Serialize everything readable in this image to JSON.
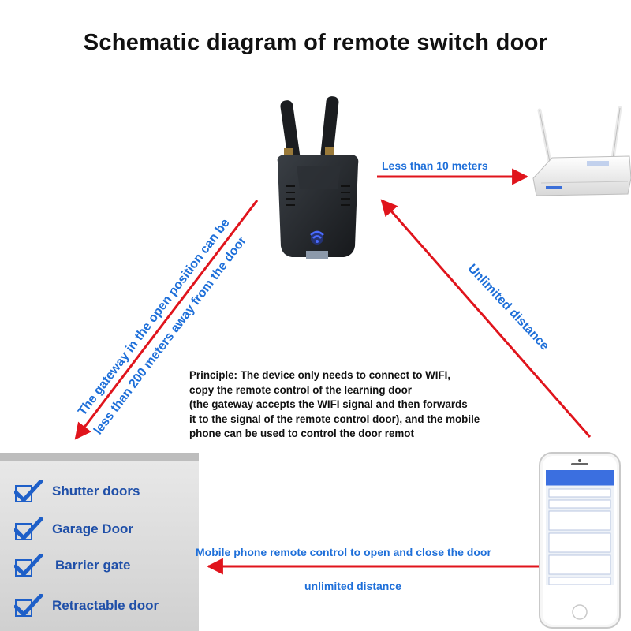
{
  "title": "Schematic diagram of remote switch door",
  "labels": {
    "gateway_router": "Less than 10 meters",
    "phone_gateway": "Unlimited distance",
    "gateway_door_line1": "The gateway in the open position can be",
    "gateway_door_line2": "less than 200 meters away from the door",
    "phone_door_main": "Mobile phone remote control to open and close the door",
    "phone_door_sub": "unlimited distance"
  },
  "principle": [
    "Principle: The device only needs to connect to WIFI,",
    "copy the remote control of the learning door",
    "(the gateway accepts the WIFI signal and then forwards",
    "it to the signal of the remote control door), and the mobile",
    "phone can be used to control the door remot"
  ],
  "door_types": [
    "Shutter doors",
    "Garage Door",
    "Barrier gate",
    "Retractable door"
  ],
  "colors": {
    "label_blue": "#1e6fd9",
    "arrow_red": "#e0141c",
    "door_text": "#1f4fa8",
    "check": "#1e5fc8"
  },
  "icons": {
    "gateway": "wifi-gateway-icon",
    "router": "wifi-router-icon",
    "phone": "smartphone-icon",
    "door": "shutter-door-icon",
    "check": "checkmark-icon"
  }
}
